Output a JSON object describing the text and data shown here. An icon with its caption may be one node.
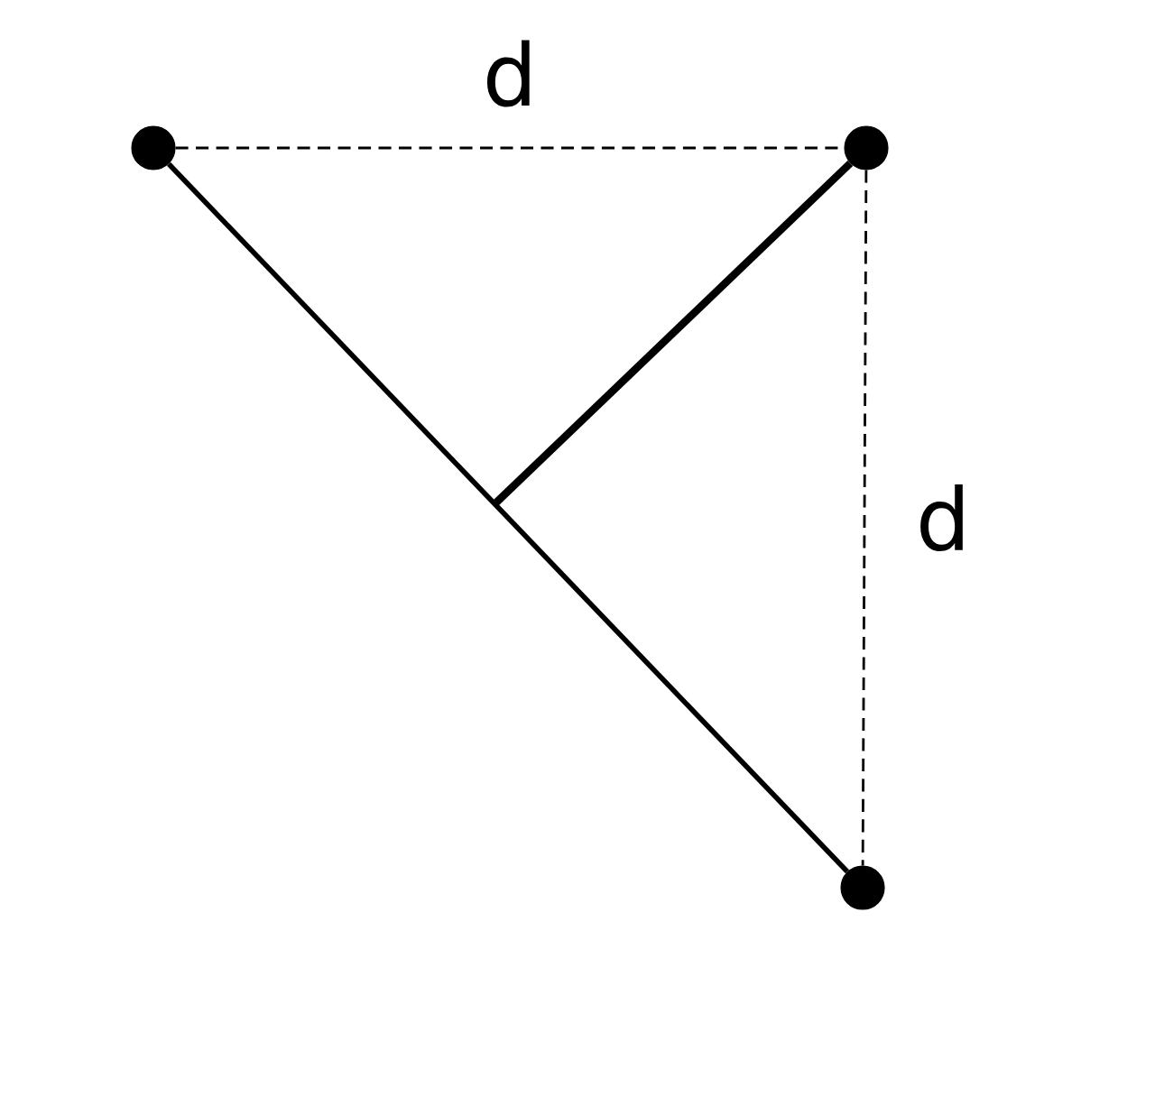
{
  "diagram": {
    "nodes": [
      {
        "text": [],
        "shape": "circle"
      },
      {
        "text": [],
        "shape": "circle"
      },
      {
        "text": [],
        "shape": "circle"
      }
    ],
    "edges": [
      {
        "from": 0,
        "to": 1,
        "arrow": "none",
        "style": "dashed",
        "label": "d"
      },
      {
        "from": 1,
        "to": 2,
        "arrow": "none",
        "style": "dashed",
        "label": "d"
      },
      {
        "from": 0,
        "to": 2,
        "arrow": "none"
      },
      {
        "from": 1,
        "to": null,
        "arrow": "none",
        "style": "thick"
      }
    ]
  }
}
